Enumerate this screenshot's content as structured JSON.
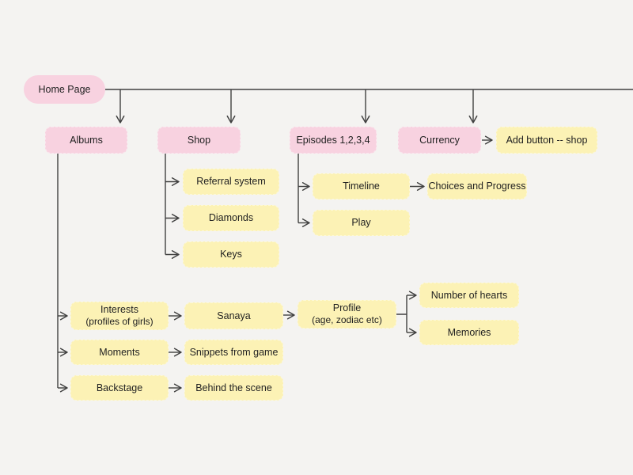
{
  "app": {
    "description": "Flowchart sitemap of a game app starting from Home Page",
    "background": "#f4f3f1"
  },
  "colors": {
    "pink_node": "#f8d2e0",
    "yellow_node": "#fcf2b5",
    "connector": "#404040",
    "text": "#222222"
  },
  "nodes": {
    "home_page": {
      "label": "Home Page"
    },
    "albums": {
      "label": "Albums"
    },
    "shop": {
      "label": "Shop"
    },
    "episodes": {
      "label": "Episodes 1,2,3,4"
    },
    "currency": {
      "label": "Currency"
    },
    "add_button_shop": {
      "label": "Add button -- shop"
    },
    "referral_system": {
      "label": "Referral system"
    },
    "diamonds": {
      "label": "Diamonds"
    },
    "keys": {
      "label": "Keys"
    },
    "timeline": {
      "label": "Timeline"
    },
    "choices_and_progress": {
      "label": "Choices and Progress"
    },
    "play": {
      "label": "Play"
    },
    "interests": {
      "label": "Interests",
      "sublabel": "(profiles of girls)"
    },
    "sanaya": {
      "label": "Sanaya"
    },
    "profile": {
      "label": "Profile",
      "sublabel": "(age, zodiac etc)"
    },
    "number_of_hearts": {
      "label": "Number of hearts"
    },
    "memories": {
      "label": "Memories"
    },
    "moments": {
      "label": "Moments"
    },
    "snippets_from_game": {
      "label": "Snippets from game"
    },
    "backstage": {
      "label": "Backstage"
    },
    "behind_the_scene": {
      "label": "Behind the scene"
    }
  },
  "edges": [
    {
      "from": "Home Page",
      "to": "Albums"
    },
    {
      "from": "Home Page",
      "to": "Shop"
    },
    {
      "from": "Home Page",
      "to": "Episodes 1,2,3,4"
    },
    {
      "from": "Home Page",
      "to": "Currency"
    },
    {
      "from": "Currency",
      "to": "Add button -- shop"
    },
    {
      "from": "Shop",
      "to": "Referral system"
    },
    {
      "from": "Shop",
      "to": "Diamonds"
    },
    {
      "from": "Shop",
      "to": "Keys"
    },
    {
      "from": "Episodes 1,2,3,4",
      "to": "Timeline"
    },
    {
      "from": "Episodes 1,2,3,4",
      "to": "Play"
    },
    {
      "from": "Timeline",
      "to": "Choices and Progress"
    },
    {
      "from": "Albums",
      "to": "Interests (profiles of girls)"
    },
    {
      "from": "Albums",
      "to": "Moments"
    },
    {
      "from": "Albums",
      "to": "Backstage"
    },
    {
      "from": "Interests (profiles of girls)",
      "to": "Sanaya"
    },
    {
      "from": "Sanaya",
      "to": "Profile (age, zodiac etc)"
    },
    {
      "from": "Profile (age, zodiac etc)",
      "to": "Number of hearts"
    },
    {
      "from": "Profile (age, zodiac etc)",
      "to": "Memories"
    },
    {
      "from": "Moments",
      "to": "Snippets from game"
    },
    {
      "from": "Backstage",
      "to": "Behind the scene"
    }
  ]
}
